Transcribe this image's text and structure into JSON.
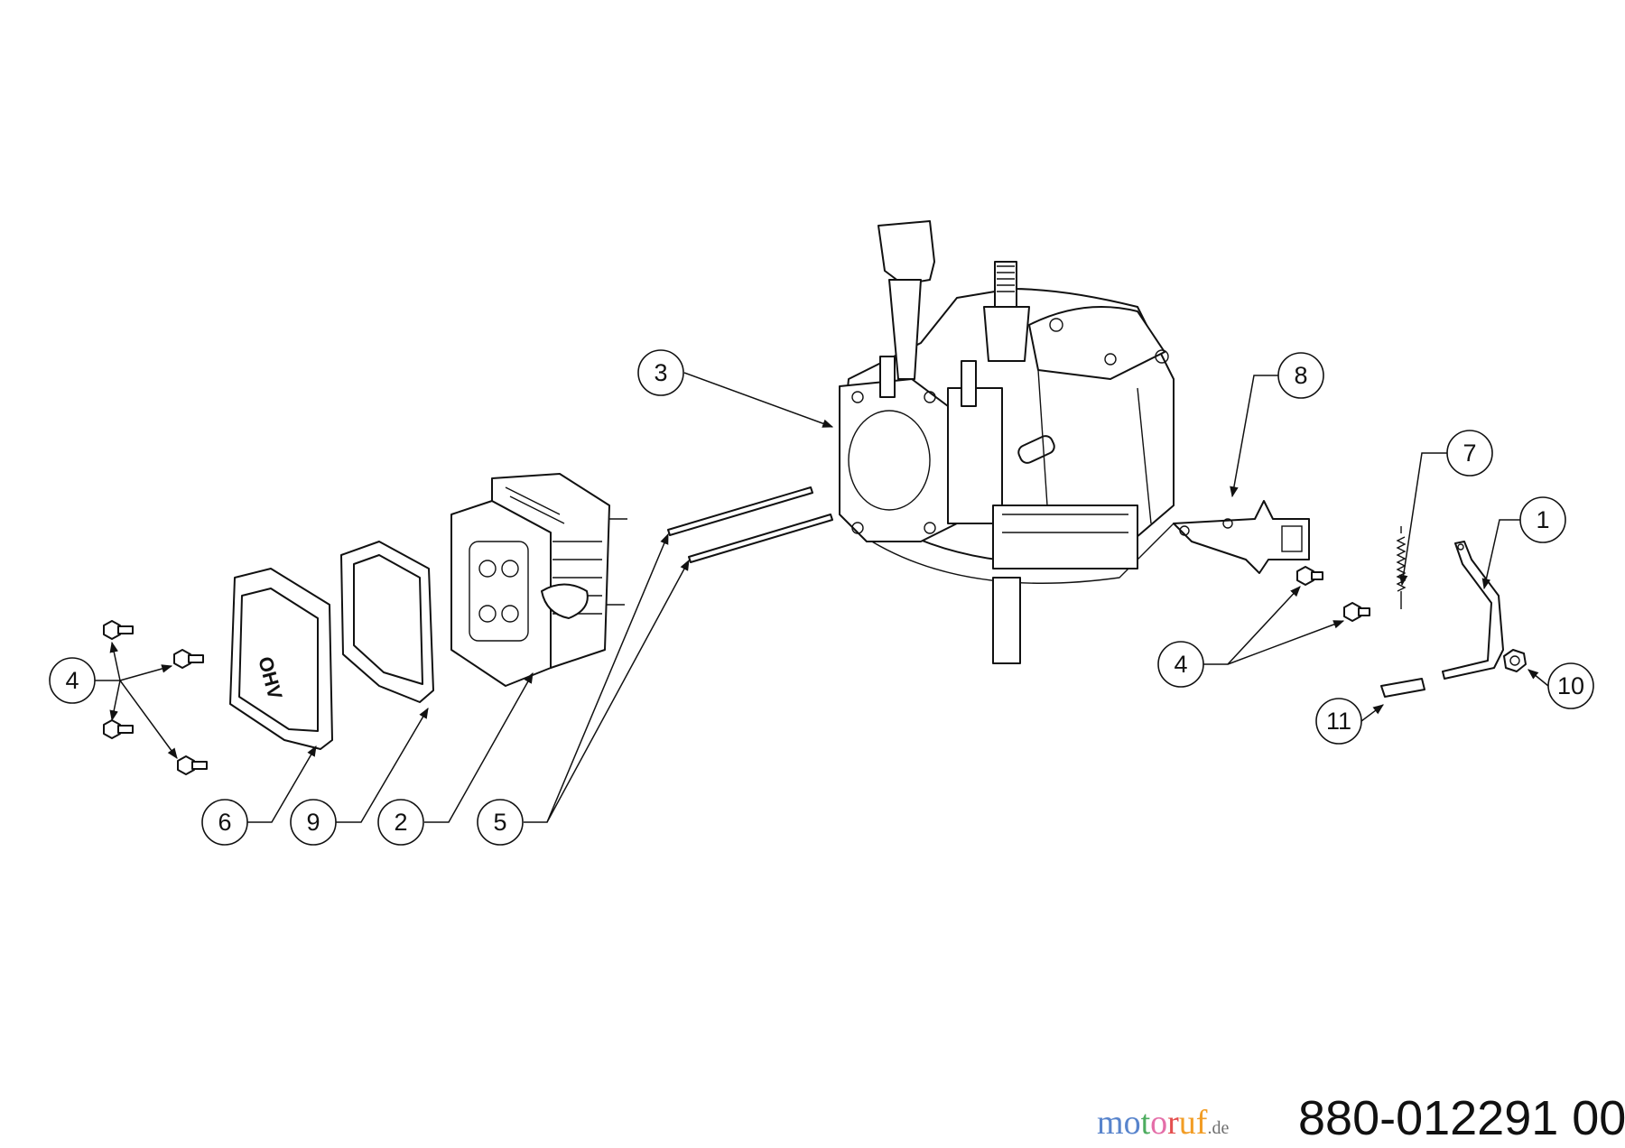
{
  "diagram": {
    "document_number": "880-012291 00",
    "watermark": {
      "text": "motoruf.de",
      "letters": [
        "m",
        "o",
        "t",
        "o",
        "r",
        "u",
        "f",
        ".de"
      ],
      "colors": [
        "#3b6fc4",
        "#3b6fc4",
        "#2f9e44",
        "#e0559a",
        "#e03131",
        "#f08c00",
        "#f08c00",
        "#555555"
      ]
    },
    "cover_logo_text": "OHV",
    "callouts": [
      {
        "label": "1"
      },
      {
        "label": "2"
      },
      {
        "label": "3"
      },
      {
        "label": "4"
      },
      {
        "label": "4"
      },
      {
        "label": "5"
      },
      {
        "label": "6"
      },
      {
        "label": "7"
      },
      {
        "label": "8"
      },
      {
        "label": "9"
      },
      {
        "label": "10"
      },
      {
        "label": "11"
      }
    ]
  }
}
